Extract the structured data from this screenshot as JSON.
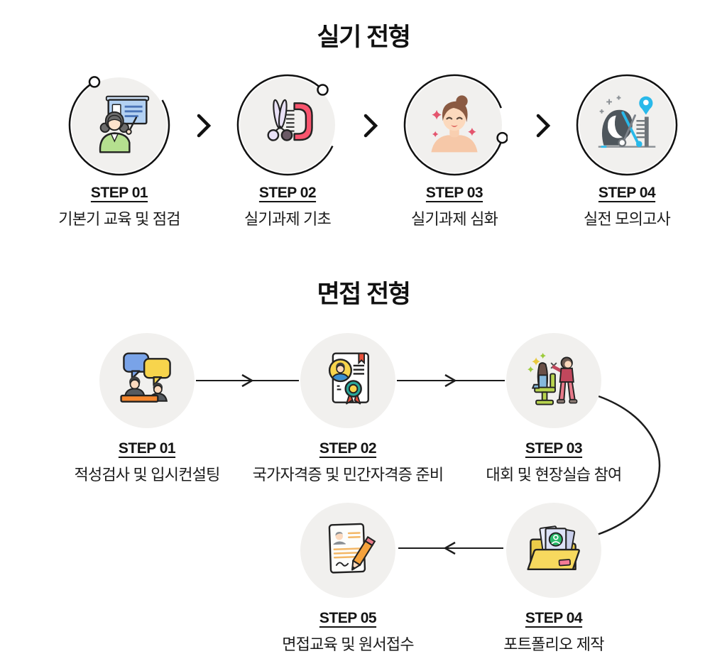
{
  "practical": {
    "title": "실기 전형",
    "steps": [
      {
        "label": "STEP 01",
        "desc": "기본기 교육 및 점검",
        "icon": "teacher-presenting-board"
      },
      {
        "label": "STEP 02",
        "desc": "실기과제 기초",
        "icon": "scissors-and-comb"
      },
      {
        "label": "STEP 03",
        "desc": "실기과제 심화",
        "icon": "beauty-face-sparkles"
      },
      {
        "label": "STEP 04",
        "desc": "실전 모의고사",
        "icon": "hair-styling-tools-location-pin"
      }
    ]
  },
  "interview": {
    "title": "면접 전형",
    "steps": [
      {
        "label": "STEP 01",
        "desc": "적성검사 및 입시컨설팅",
        "icon": "consulting-speech-bubbles"
      },
      {
        "label": "STEP 02",
        "desc": "국가자격증 및 민간자격증 준비",
        "icon": "certificate-with-medal"
      },
      {
        "label": "STEP 03",
        "desc": "대회 및 현장실습 참여",
        "icon": "hairdresser-cutting-client-hair"
      },
      {
        "label": "STEP 04",
        "desc": "포트폴리오 제작",
        "icon": "portfolio-folder-photos"
      },
      {
        "label": "STEP 05",
        "desc": "면접교육 및 원서접수",
        "icon": "application-document-pencil"
      }
    ]
  },
  "connectors": {
    "practical_separator": "chevron-right",
    "interview_row1": "arrow-right",
    "interview_row_change": "curved-arc-right",
    "interview_row2": "arrow-left"
  },
  "colors": {
    "background": "#ffffff",
    "circle_fill": "#f1f0ee",
    "text": "#141414",
    "line": "#1c1c1c",
    "accent_pink": "#f9556e",
    "accent_blue": "#79a3e8",
    "accent_yellow": "#f7d44c",
    "accent_green": "#b5e08f",
    "accent_cyan": "#29b9ea",
    "accent_teal": "#28a79a",
    "accent_orange": "#f5872e"
  }
}
